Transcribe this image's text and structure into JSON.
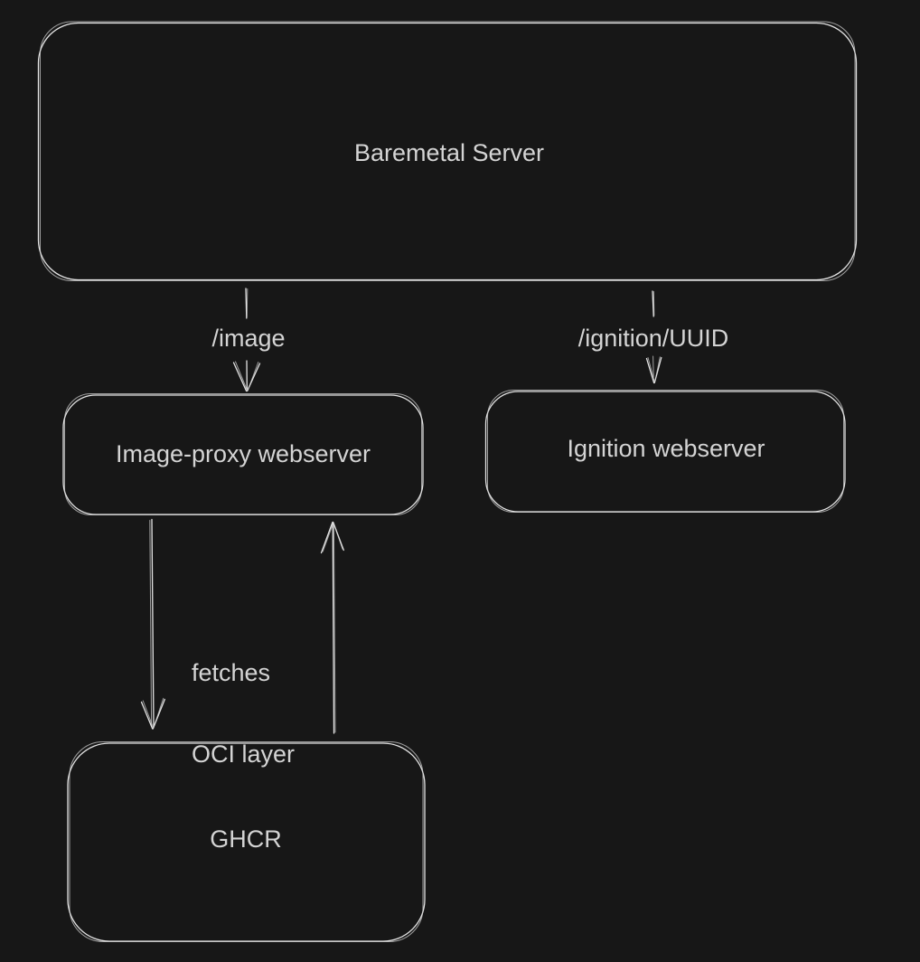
{
  "canvas": {
    "background_color": "#171717",
    "stroke_color": "#e4e4e4",
    "text_color": "#d4d4d4"
  },
  "nodes": [
    {
      "id": "baremetal-server",
      "label": "Baremetal Server"
    },
    {
      "id": "image-proxy-webserver",
      "label": "Image-proxy webserver"
    },
    {
      "id": "ignition-webserver",
      "label": "Ignition webserver"
    },
    {
      "id": "ghcr",
      "label": "GHCR"
    }
  ],
  "edges": [
    {
      "id": "image-request",
      "from": "Baremetal Server",
      "to": "Image-proxy webserver",
      "label": "/image"
    },
    {
      "id": "ignition-request",
      "from": "Baremetal Server",
      "to": "Ignition webserver",
      "label": "/ignition/UUID"
    },
    {
      "id": "fetch-oci-layer",
      "from": "Image-proxy webserver",
      "to": "GHCR",
      "label_line1": "fetches",
      "label_line2": "OCI layer"
    },
    {
      "id": "oci-response",
      "from": "GHCR",
      "to": "Image-proxy webserver",
      "label": ""
    }
  ]
}
